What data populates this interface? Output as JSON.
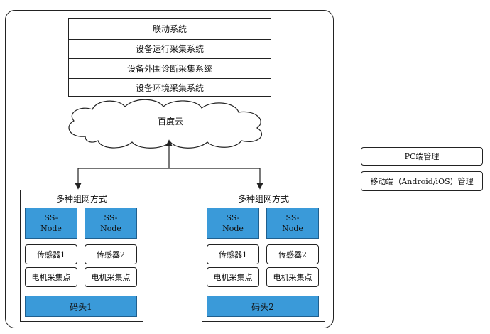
{
  "systems": [
    {
      "label": "联动系统"
    },
    {
      "label": "设备运行采集系统"
    },
    {
      "label": "设备外围诊断采集系统"
    },
    {
      "label": "设备环境采集系统"
    }
  ],
  "cloud": {
    "label": "百度云"
  },
  "clusters": [
    {
      "title": "多种组网方式",
      "nodes": [
        {
          "label": "SS-\nNode"
        },
        {
          "label": "SS-\nNode"
        }
      ],
      "sensors": [
        {
          "label": "传感器1"
        },
        {
          "label": "传感器2"
        }
      ],
      "motors": [
        {
          "label": "电机采集点"
        },
        {
          "label": "电机采集点"
        }
      ],
      "dock": {
        "label": "码头1"
      }
    },
    {
      "title": "多种组网方式",
      "nodes": [
        {
          "label": "SS-\nNode"
        },
        {
          "label": "SS-\nNode"
        }
      ],
      "sensors": [
        {
          "label": "传感器1"
        },
        {
          "label": "传感器2"
        }
      ],
      "motors": [
        {
          "label": "电机采集点"
        },
        {
          "label": "电机采集点"
        }
      ],
      "dock": {
        "label": "码头2"
      }
    }
  ],
  "side_panel": [
    {
      "label": "PC端管理"
    },
    {
      "label": "移动端（Android/iOS）管理"
    }
  ],
  "colors": {
    "node_fill": "#3a9ad9",
    "line": "#222222"
  }
}
